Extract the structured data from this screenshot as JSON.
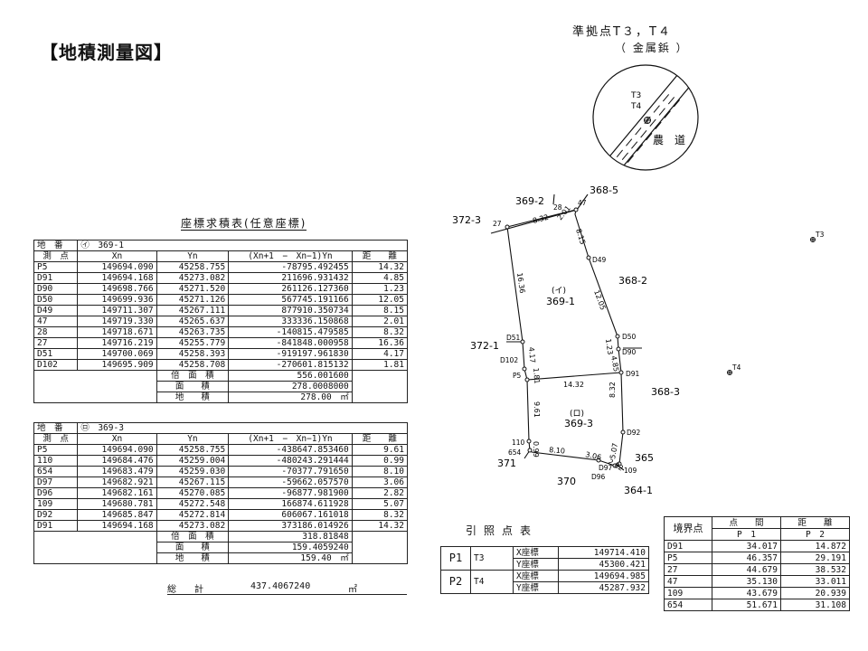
{
  "title": "【地積測量図】",
  "coord_table_title": "座標求積表(任意座標)",
  "table1": {
    "lot_label": "地　番",
    "lot_value": "㋑　369-1",
    "headers": [
      "測　点",
      "Xn",
      "Yn",
      "(Xn+1　−　Xn−1)Yn",
      "距　　離"
    ],
    "rows": [
      [
        "P5",
        "149694.090",
        "45258.755",
        "-78795.492455",
        "14.32"
      ],
      [
        "D91",
        "149694.168",
        "45273.082",
        "211696.931432",
        "4.85"
      ],
      [
        "D90",
        "149698.766",
        "45271.520",
        "261126.127360",
        "1.23"
      ],
      [
        "D50",
        "149699.936",
        "45271.126",
        "567745.191166",
        "12.05"
      ],
      [
        "D49",
        "149711.307",
        "45267.111",
        "877910.350734",
        "8.15"
      ],
      [
        "47",
        "149719.330",
        "45265.637",
        "333336.150868",
        "2.01"
      ],
      [
        "28",
        "149718.671",
        "45263.735",
        "-140815.479585",
        "8.32"
      ],
      [
        "27",
        "149716.219",
        "45255.779",
        "-841848.000958",
        "16.36"
      ],
      [
        "D51",
        "149700.069",
        "45258.393",
        "-919197.961830",
        "4.17"
      ],
      [
        "D102",
        "149695.909",
        "45258.708",
        "-270601.815132",
        "1.81"
      ]
    ],
    "summary": [
      [
        "倍　面　積",
        "556.001600"
      ],
      [
        "面　　積",
        "278.0008000"
      ],
      [
        "地　　積",
        "278.00　㎡"
      ]
    ]
  },
  "table2": {
    "lot_label": "地　番",
    "lot_value": "㋺　369-3",
    "headers": [
      "測　点",
      "Xn",
      "Yn",
      "(Xn+1　−　Xn−1)Yn",
      "距　　離"
    ],
    "rows": [
      [
        "P5",
        "149694.090",
        "45258.755",
        "-438647.853460",
        "9.61"
      ],
      [
        "110",
        "149684.476",
        "45259.004",
        "-480243.291444",
        "0.99"
      ],
      [
        "654",
        "149683.479",
        "45259.030",
        "-70377.791650",
        "8.10"
      ],
      [
        "D97",
        "149682.921",
        "45267.115",
        "-59662.057570",
        "3.06"
      ],
      [
        "D96",
        "149682.161",
        "45270.085",
        "-96877.981900",
        "2.82"
      ],
      [
        "109",
        "149680.781",
        "45272.548",
        "166874.611928",
        "5.07"
      ],
      [
        "D92",
        "149685.847",
        "45272.814",
        "606067.161018",
        "8.32"
      ],
      [
        "D91",
        "149694.168",
        "45273.082",
        "373186.014926",
        "14.32"
      ]
    ],
    "summary": [
      [
        "倍　面　積",
        "318.81848"
      ],
      [
        "面　　積",
        "159.4059240"
      ],
      [
        "地　　積",
        "159.40　㎡"
      ]
    ]
  },
  "total": {
    "label": "総　　計",
    "value": "437.4067240",
    "unit": "㎡"
  },
  "reference": {
    "title": "引照点表",
    "rows": [
      {
        "id": "P1",
        "point": "T3",
        "x_label": "X座標",
        "x": "149714.410",
        "y_label": "Y座標",
        "y": "45300.421"
      },
      {
        "id": "P2",
        "point": "T4",
        "x_label": "X座標",
        "x": "149694.985",
        "y_label": "Y座標",
        "y": "45287.932"
      }
    ]
  },
  "boundary": {
    "header_left": "境界点",
    "header_mid": "点　　間",
    "header_right": "距　　離",
    "sub": [
      "P　1",
      "P　2"
    ],
    "rows": [
      [
        "D91",
        "34.017",
        "14.872"
      ],
      [
        "P5",
        "46.357",
        "29.191"
      ],
      [
        "27",
        "44.679",
        "38.532"
      ],
      [
        "47",
        "35.130",
        "33.011"
      ],
      [
        "109",
        "43.679",
        "20.939"
      ],
      [
        "654",
        "51.671",
        "31.108"
      ]
    ]
  },
  "standard_point": {
    "title": "準拠点T３，T４",
    "subtitle": "（ 金属鋲 ）",
    "circle_labels": [
      "T3",
      "T4"
    ],
    "road": "農　道"
  },
  "map": {
    "lots": [
      "369-2",
      "368-5",
      "372-3",
      "368-2",
      "372-1",
      "368-3",
      "365",
      "371",
      "370",
      "364-1"
    ],
    "parcel_i": [
      "(イ)",
      "369-1"
    ],
    "parcel_ro": [
      "(ロ)",
      "369-3"
    ],
    "points": [
      "27",
      "28",
      "47",
      "D49",
      "D50",
      "D90",
      "D91",
      "D51",
      "D102",
      "P5",
      "110",
      "654",
      "D97",
      "D96",
      "109",
      "D92",
      "T3",
      "T4"
    ],
    "distances": [
      "8.32",
      "2.01",
      "8.15",
      "12.05",
      "16.36",
      "1.23",
      "4.85",
      "4.17",
      "1.81",
      "14.32",
      "9.61",
      "8.32",
      "0.99",
      "8.10",
      "3.06",
      "2.82",
      "5.07"
    ]
  }
}
